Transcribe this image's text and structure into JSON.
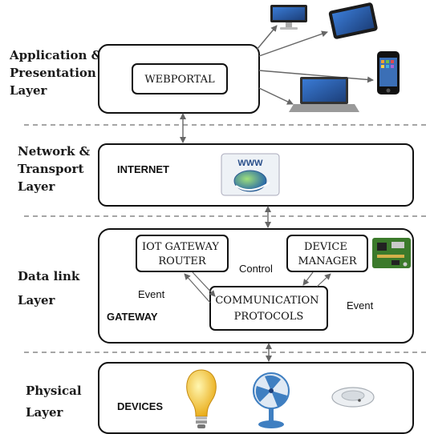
{
  "layers": {
    "application": [
      "Application &",
      "Presentation",
      "Layer"
    ],
    "network": [
      "Network &",
      "Transport",
      "Layer"
    ],
    "datalink": [
      "Data link",
      "Layer"
    ],
    "physical": [
      "Physical",
      "Layer"
    ]
  },
  "boxes": {
    "webportal": "WEBPORTAL",
    "internet": "INTERNET",
    "www": "WWW",
    "gateway": "GATEWAY",
    "iot_gateway_router": [
      "IOT GATEWAY",
      "ROUTER"
    ],
    "device_manager": [
      "DEVICE",
      "MANAGER"
    ],
    "communication_protocols": [
      "COMMUNICATION",
      "PROTOCOLS"
    ],
    "devices": "DEVICES"
  },
  "edge_labels": {
    "control": "Control",
    "event_left": "Event",
    "event_right": "Event"
  },
  "colors": {
    "border": "#111111",
    "dashed_separator": "#888888",
    "arrow": "#666666",
    "bulb": "#f2c21b",
    "fan": "#3f7fc1",
    "board": "#3b7a2b"
  },
  "icons": [
    "monitor-icon",
    "tablet-icon",
    "smartphone-icon",
    "laptop-icon",
    "www-globe-icon",
    "circuit-board-icon",
    "light-bulb-icon",
    "fan-icon",
    "smoke-detector-icon"
  ]
}
